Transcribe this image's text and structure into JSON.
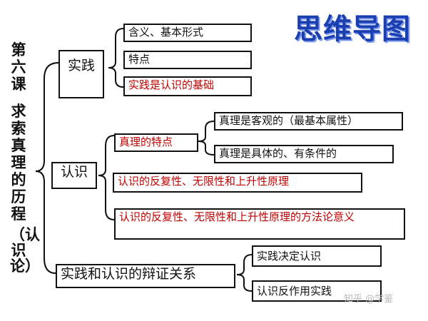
{
  "side_title": {
    "course": "第六课",
    "topic": "求索真理的历程",
    "sub": "（认识论）"
  },
  "title": "思维导图",
  "nodes": {
    "practice": "实践",
    "practice_meaning": "含义、基本形式",
    "practice_features": "特点",
    "practice_basis": "实践是认识的基础",
    "cognition": "认识",
    "truth_features": "真理的特点",
    "truth_objective": "真理是客观的（最基本属性）",
    "truth_specific": "真理是具体的、有条件的",
    "cognition_principle": "认识的反复性、无限性和上升性原理",
    "cognition_method": "认识的反复性、无限性和上升性原理的方法论意义",
    "dialectic": "实践和认识的辩证关系",
    "practice_decides": "实践决定认识",
    "cognition_reacts": "认识反作用实践"
  },
  "watermark": "知乎 @学鉴",
  "colors": {
    "red_text": "#c00000",
    "title_blue": "#1c3fb0"
  }
}
